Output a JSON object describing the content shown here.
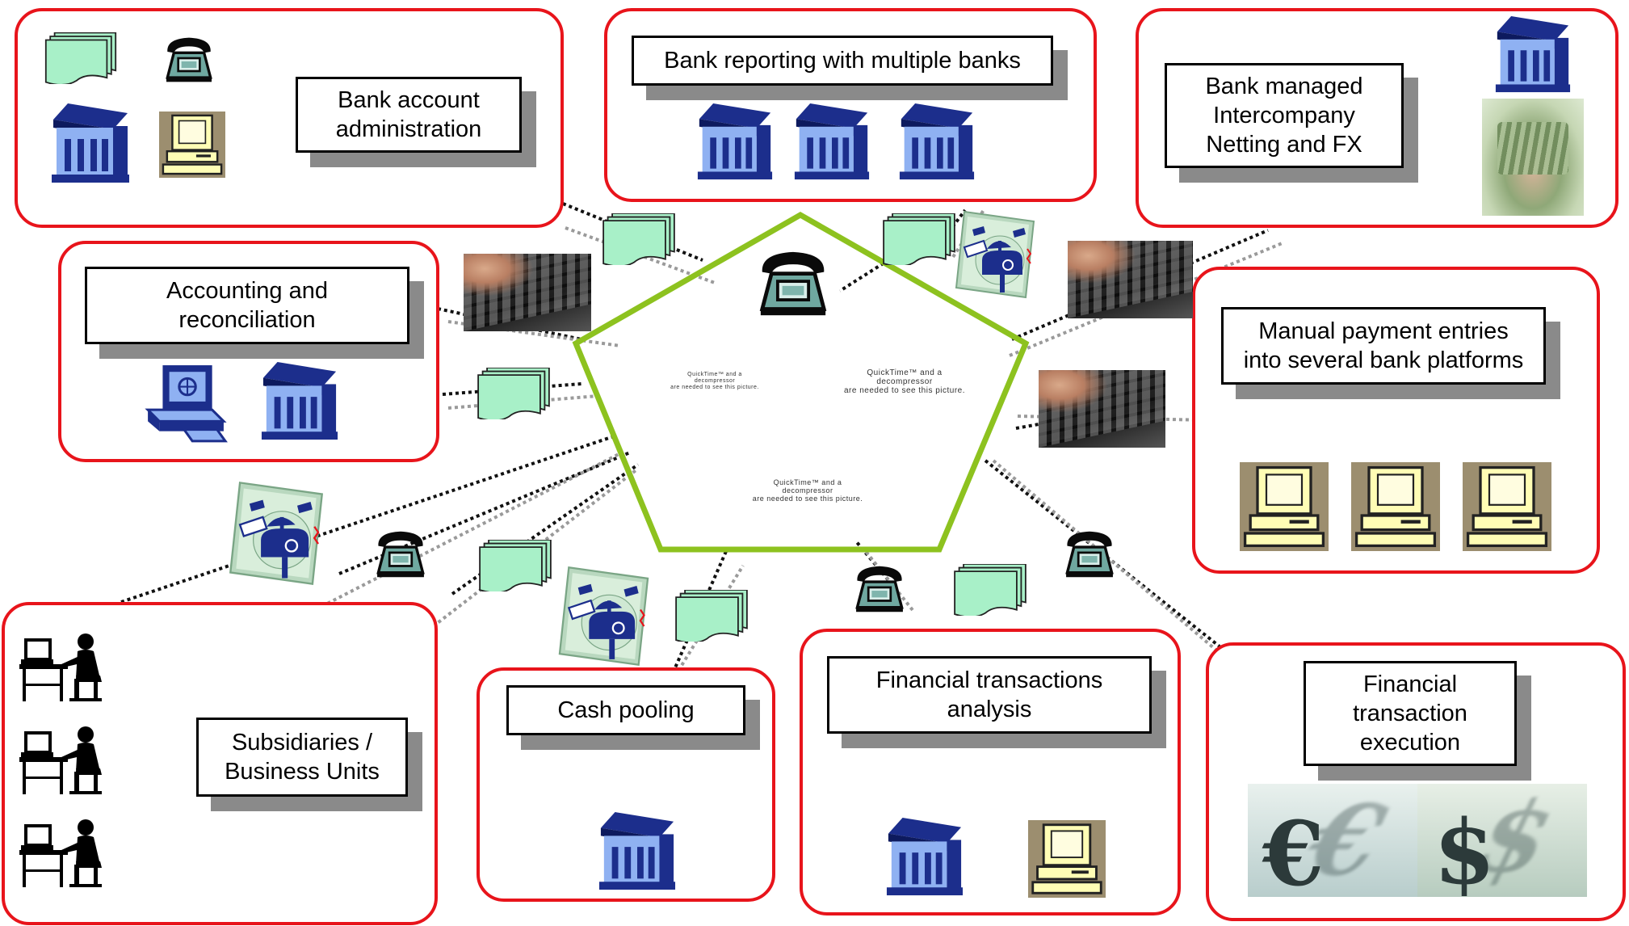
{
  "boxes": {
    "bank_account_admin": "Bank account\nadministration",
    "bank_reporting": "Bank reporting with multiple banks",
    "bank_netting": "Bank managed\nIntercompany\nNetting and FX",
    "accounting": "Accounting and\nreconciliation",
    "manual_payment": "Manual payment entries\ninto several bank platforms",
    "subsidiaries": "Subsidiaries /\nBusiness Units",
    "cash_pooling": "Cash pooling",
    "financial_analysis": "Financial transactions\nanalysis",
    "financial_execution": "Financial\ntransaction\nexecution"
  },
  "placeholders": {
    "qt_left": "QuickTime™ and a\ndecompressor\nare needed to see this picture.",
    "qt_right": "QuickTime™ and a\ndecompressor\nare needed to see this picture.",
    "qt_bottom": "QuickTime™ and a\ndecompressor\nare needed to see this picture."
  },
  "icons": {
    "bank": "bank-icon",
    "telephone": "telephone-icon",
    "computer": "computer-icon",
    "document": "document-stack-icon",
    "mailbox": "satellite-mailbox-icon",
    "person_at_desk": "person-at-desk-icon",
    "keyboard_photo": "keyboard-typing-photo",
    "money_photo": "money-in-hands-photo",
    "euro_photo": "euro-symbol-photo",
    "dollar_photo": "dollar-symbol-photo"
  },
  "colors": {
    "box_border": "#e8141b",
    "pentagon": "#8dc21f",
    "bank_blue": "#1c2e8c",
    "bank_light": "#8fb1f2",
    "document_green": "#a8f0c8",
    "phone_teal": "#6fa8a0",
    "computer_beige": "#fffdb5"
  }
}
